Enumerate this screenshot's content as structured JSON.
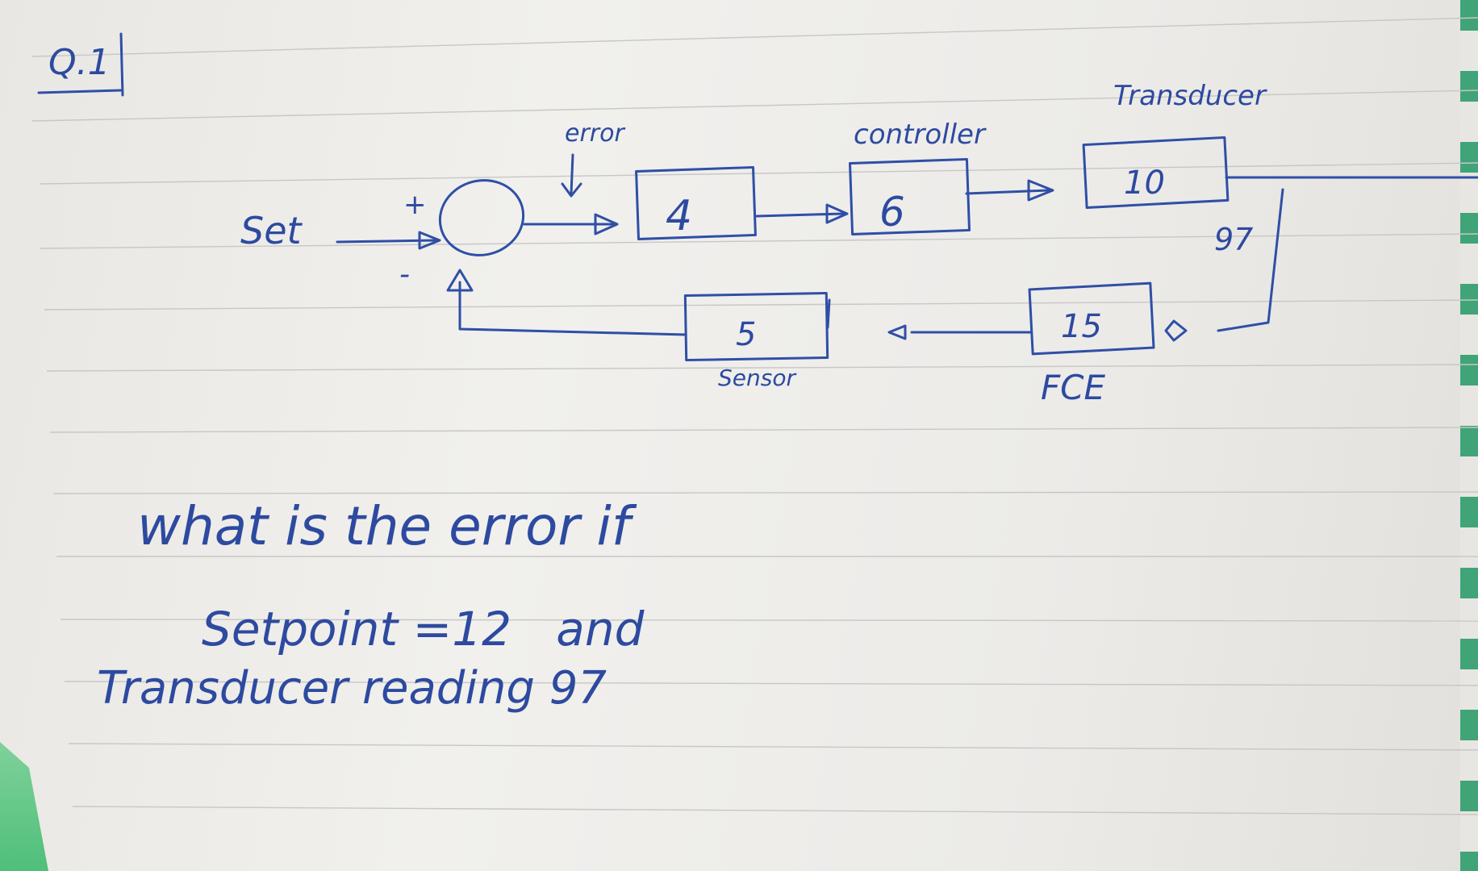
{
  "question_label": "Q.1",
  "diagram": {
    "set_label": "Set",
    "plus_sign": "+",
    "minus_sign": "-",
    "error_label": "error",
    "controller_label": "controller",
    "transducer_label": "Transducer",
    "sensor_label": "Sensor",
    "fce_label": "FCE",
    "box_error_value": "4",
    "box_controller_value": "6",
    "box_transducer_value": "10",
    "box_sensor_value": "5",
    "box_fce_value": "15",
    "output_reading": "97"
  },
  "question": {
    "line1": "what is the error if",
    "line2": "Setpoint =12   and",
    "line3": "Transducer reading 97"
  },
  "colors": {
    "ink": "#2f4fa6",
    "paper": "#efeeeb",
    "rule": "#c9c6c6"
  }
}
